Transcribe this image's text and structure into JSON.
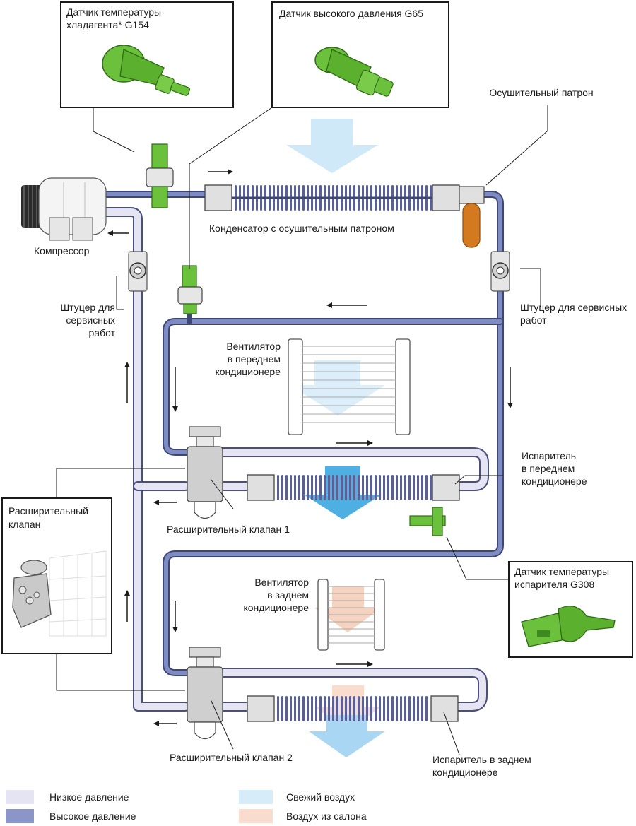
{
  "labels": {
    "sensor_temp_line1": "Датчик температуры",
    "sensor_temp_line2": "хладагента* G154",
    "sensor_pressure": "Датчик высокого давления G65",
    "dryer": "Осушительный патрон",
    "condenser": "Конденсатор с осушительным патроном",
    "compressor": "Компрессор",
    "service_left_line1": "Штуцер для",
    "service_left_line2": "сервисных",
    "service_left_line3": "работ",
    "service_right_line1": "Штуцер для сервисных",
    "service_right_line2": "работ",
    "fan_front_line1": "Вентилятор",
    "fan_front_line2": "в переднем",
    "fan_front_line3": "кондиционере",
    "evap_front_line1": "Испаритель",
    "evap_front_line2": "в переднем",
    "evap_front_line3": "кондиционере",
    "exp_valve_box_line1": "Расширительный",
    "exp_valve_box_line2": "клапан",
    "exp_valve_1": "Расширительный клапан 1",
    "evap_sensor_line1": "Датчик температуры",
    "evap_sensor_line2": "испарителя G308",
    "fan_rear_line1": "Вентилятор",
    "fan_rear_line2": "в заднем",
    "fan_rear_line3": "кондиционере",
    "exp_valve_2": "Расширительный клапан 2",
    "evap_rear_line1": "Испаритель в заднем",
    "evap_rear_line2": "кондиционере"
  },
  "legend": [
    {
      "label": "Низкое давление",
      "color": "#e4e4f2"
    },
    {
      "label": "Высокое давление",
      "color": "#8b95c9"
    },
    {
      "label": "Свежий воздух",
      "color": "#d6ecf9"
    },
    {
      "label": "Воздух из салона",
      "color": "#f8dccd"
    }
  ],
  "colors": {
    "low_pressure_pipe": "#e4e4f2",
    "high_pressure_pipe": "#7f8cc4",
    "pipe_outline": "#4a4f7c",
    "fresh_air": "#cfe9f8",
    "fresh_air_deep": "#3aa6df",
    "cabin_air": "#f6d3c0",
    "sensor_green": "#6cc13c",
    "dryer_orange": "#d3791f",
    "component_grey": "#d9d9d9"
  },
  "icons": {
    "compressor": "compressor-icon",
    "condenser": "condenser-coil-icon",
    "dryer": "dryer-cartridge-icon",
    "service_port": "service-port-icon",
    "expansion_valve": "expansion-valve-icon",
    "fan": "fan-grille-icon",
    "evaporator": "evaporator-coil-icon",
    "sensor": "sensor-icon",
    "flow_arrow": "flow-arrow-icon",
    "air_flow": "air-flow-arrow-icon"
  }
}
